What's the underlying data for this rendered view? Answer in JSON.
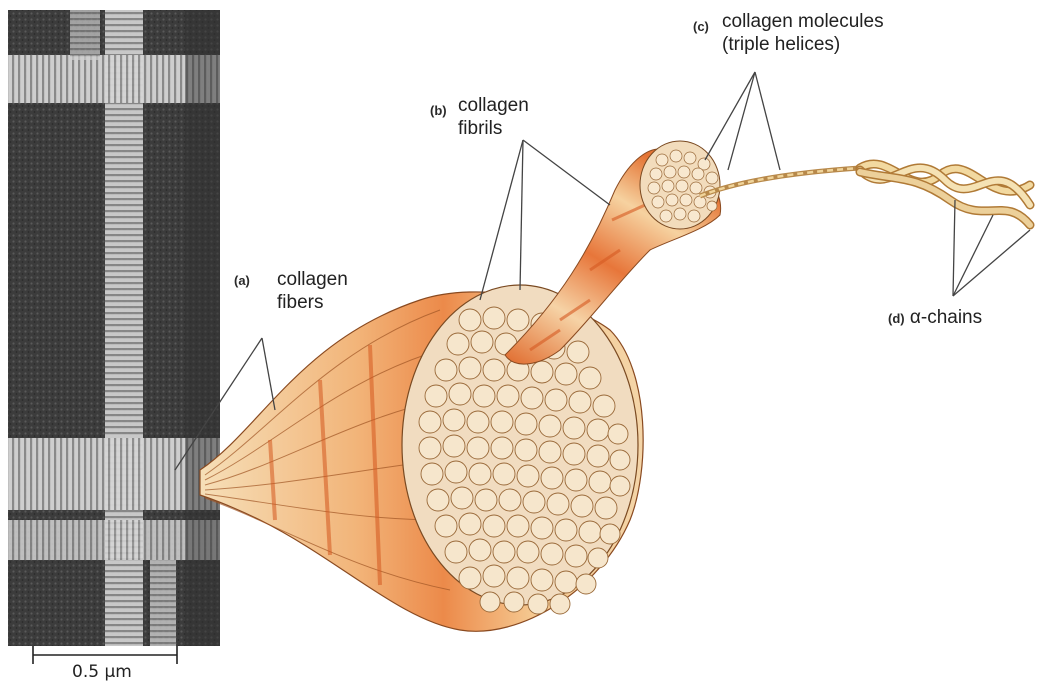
{
  "labels": {
    "a": {
      "tag": "(a)",
      "text_line1": "collagen",
      "text_line2": "fibers"
    },
    "b": {
      "tag": "(b)",
      "text_line1": "collagen",
      "text_line2": "fibrils"
    },
    "c": {
      "tag": "(c)",
      "text_line1": "collagen molecules",
      "text_line2": "(triple helices)"
    },
    "d": {
      "tag": "(d)",
      "text": "α-chains"
    }
  },
  "scale_bar": {
    "label": "0.5 μm"
  },
  "colors": {
    "micrograph_dark": "#3a3a3a",
    "fibril_cream": "#f3dcb8",
    "fibril_orange": "#e8753a",
    "strand_gold": "#e9c88a",
    "leader_line": "#444444"
  }
}
